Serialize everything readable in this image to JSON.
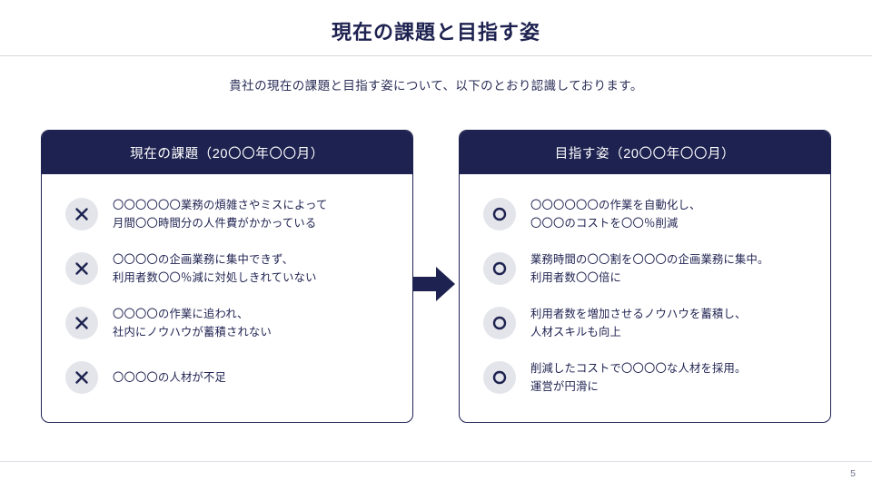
{
  "slide": {
    "title": "現在の課題と目指す姿",
    "subtitle": "貴社の現在の課題と目指す姿について、以下のとおり認識しております。",
    "page_number": "5",
    "accent_color": "#1e2250",
    "icon_bg_color": "#e3e5ea",
    "divider_color": "#d4d6dd"
  },
  "arrow": {
    "name": "right-arrow",
    "color": "#1e2250",
    "direction": "right"
  },
  "panels": [
    {
      "id": "current-issues",
      "header": "現在の課題（20〇〇年〇〇月）",
      "icon": "cross",
      "items": [
        {
          "text": "〇〇〇〇〇〇業務の煩雑さやミスによって\n月間〇〇時間分の人件費がかかっている"
        },
        {
          "text": "〇〇〇〇の企画業務に集中できず、\n利用者数〇〇％減に対処しきれていない"
        },
        {
          "text": "〇〇〇〇の作業に追われ、\n社内にノウハウが蓄積されない"
        },
        {
          "text": "〇〇〇〇の人材が不足"
        }
      ]
    },
    {
      "id": "target-state",
      "header": "目指す姿（20〇〇年〇〇月）",
      "icon": "circle",
      "items": [
        {
          "text": "〇〇〇〇〇〇の作業を自動化し、\n〇〇〇のコストを〇〇％削減"
        },
        {
          "text": "業務時間の〇〇割を〇〇〇の企画業務に集中。\n利用者数〇〇倍に"
        },
        {
          "text": "利用者数を増加させるノウハウを蓄積し、\n人材スキルも向上"
        },
        {
          "text": "削減したコストで〇〇〇〇な人材を採用。\n運営が円滑に"
        }
      ]
    }
  ]
}
